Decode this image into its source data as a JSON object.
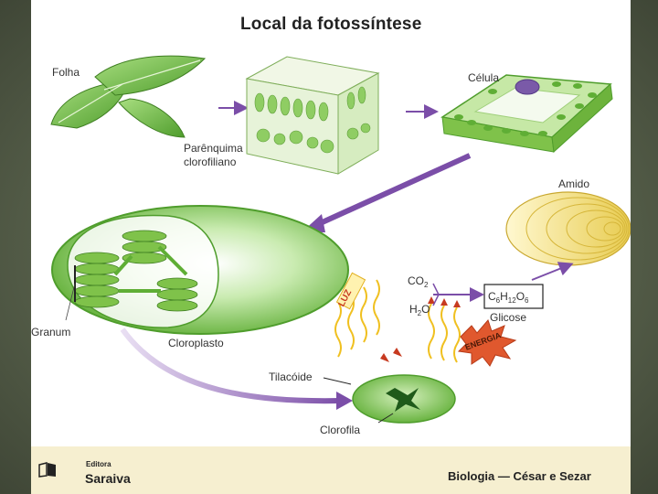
{
  "title": "Local da fotossíntese",
  "labels": {
    "folha": "Folha",
    "parenquima_1": "Parênquima",
    "parenquima_2": "clorofiliano",
    "celula": "Célula",
    "amido": "Amido",
    "granum": "Granum",
    "cloroplasto": "Cloroplasto",
    "luz": "LUZ",
    "energia": "ENERGIA",
    "tilacoide": "Tilacóide",
    "clorofila": "Clorofila",
    "glicose": "Glicose",
    "co2_base": "CO",
    "co2_sub": "2",
    "h2o_h": "H",
    "h2o_sub": "2",
    "h2o_o": "O",
    "c6": "C",
    "c6_sub": "6",
    "h12": "H",
    "h12_sub": "12",
    "o6": "O",
    "o6_sub": "6"
  },
  "footer": {
    "publisher_top": "Editora",
    "publisher_name": "Saraiva",
    "credit": "Biologia — César e Sezar"
  },
  "colors": {
    "frame": "#5d6650",
    "footer_bg": "#f6efd0",
    "leaf_green": "#7fc24a",
    "chloroplast_green": "#8fd160",
    "starch_yellow": "#f3e07a",
    "arrow_purple": "#7b4ea8",
    "light_arrows": "#f0c020",
    "energia_red": "#d8502a"
  }
}
